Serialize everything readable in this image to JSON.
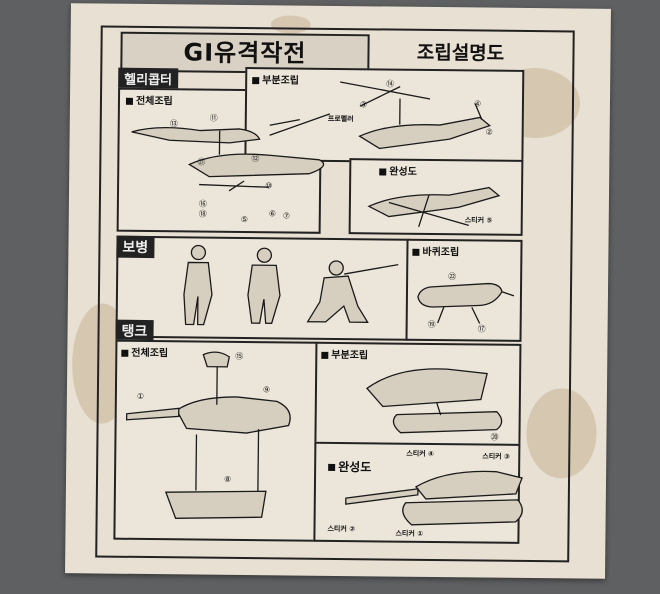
{
  "header": {
    "title": "GI유격작전",
    "subtitle": "조립설명도"
  },
  "sections": {
    "helicopter": {
      "tag": "헬리콥터",
      "full_assembly": "전체조립",
      "partial_assembly": "부분조립",
      "completed": "완성도",
      "propeller_label": "프로펠러",
      "sticker": "스티커 ⑤",
      "parts": [
        "⑪",
        "⑬",
        "⑫",
        "⑩",
        "⑯",
        "⑱",
        "⑥",
        "⑦",
        "⑤",
        "⑭",
        "③",
        "④",
        "②",
        "㉑"
      ]
    },
    "infantry": {
      "tag": "보병"
    },
    "wheels": {
      "label": "바퀴조립",
      "parts": [
        "㉒",
        "⑲",
        "⑰"
      ]
    },
    "tank": {
      "tag": "탱크",
      "full_assembly": "전체조립",
      "partial_assembly": "부분조립",
      "completed": "완성도",
      "parts": [
        "⑮",
        "①",
        "⑨",
        "⑧",
        "⑳"
      ],
      "stickers": [
        "스티커 ④",
        "스티커 ③",
        "스티커 ②",
        "스티커 ①"
      ]
    }
  }
}
